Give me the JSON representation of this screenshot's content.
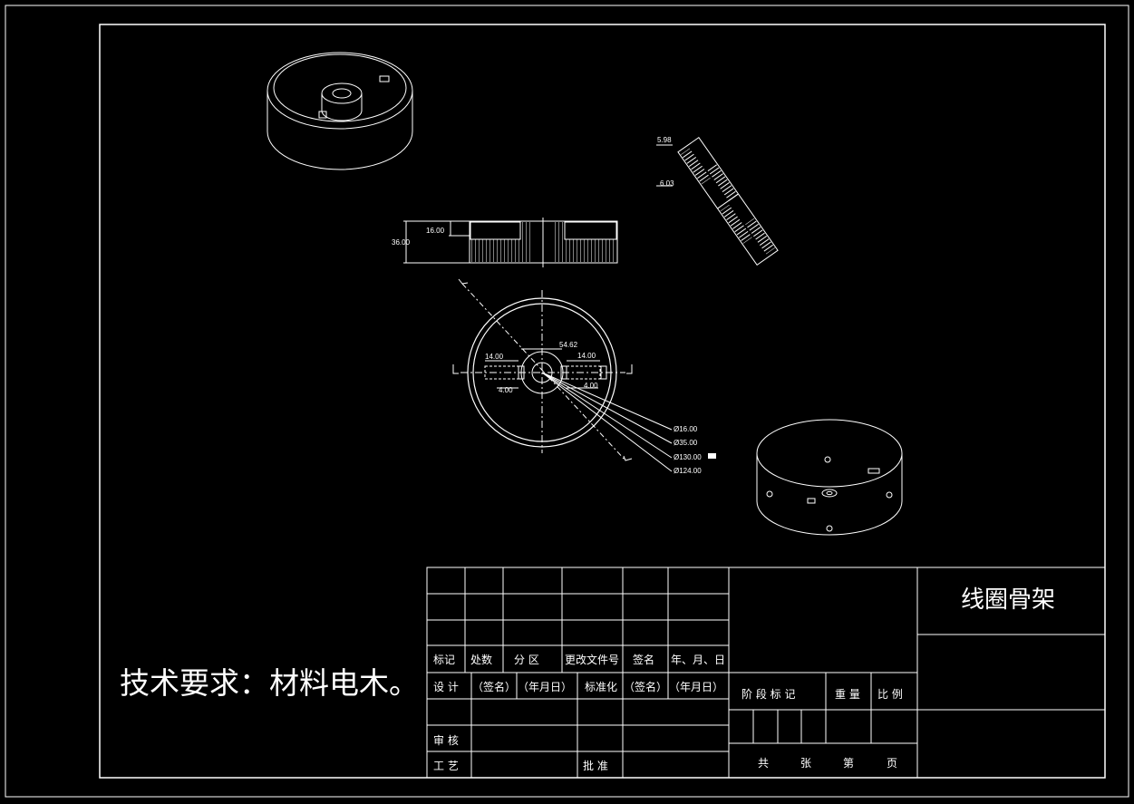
{
  "drawing": {
    "part_name": "线圈骨架",
    "technical_requirements": "技术要求：材料电木。"
  },
  "dimensions": {
    "side_view": {
      "overall_height": "36.00",
      "inner_height": "16.00"
    },
    "section_view": {
      "top": "5.98",
      "bottom": "6.03"
    },
    "plan_view": {
      "slot_left_length": "14.00",
      "slot_right_length": "14.00",
      "slot_left_width": "4.00",
      "slot_right_width": "4.00",
      "center_distance": "54.62",
      "dia_1": "Ø16.00",
      "dia_2": "Ø35.00",
      "dia_3": "Ø130.00",
      "dia_4": "Ø124.00"
    }
  },
  "title_block": {
    "biaoji": "标记",
    "chushu": "处数",
    "fenqu": "分 区",
    "gengai": "更改文件号",
    "qianming": "签名",
    "nianyueri": "年、月、日",
    "sheji": "设 计",
    "qianming_p": "（签名）",
    "nianyueri_p": "（年月日）",
    "biaozhunhua": "标准化",
    "qianming_p2": "（签名）",
    "nianyueri_p2": "（年月日）",
    "shenhe": "审 核",
    "gongyi": "工 艺",
    "pizhun": "批 准",
    "jieduan": "阶 段 标 记",
    "zhongliang": "重 量",
    "bili": "比 例",
    "gong": "共",
    "zhang": "张",
    "di": "第",
    "ye": "页"
  }
}
